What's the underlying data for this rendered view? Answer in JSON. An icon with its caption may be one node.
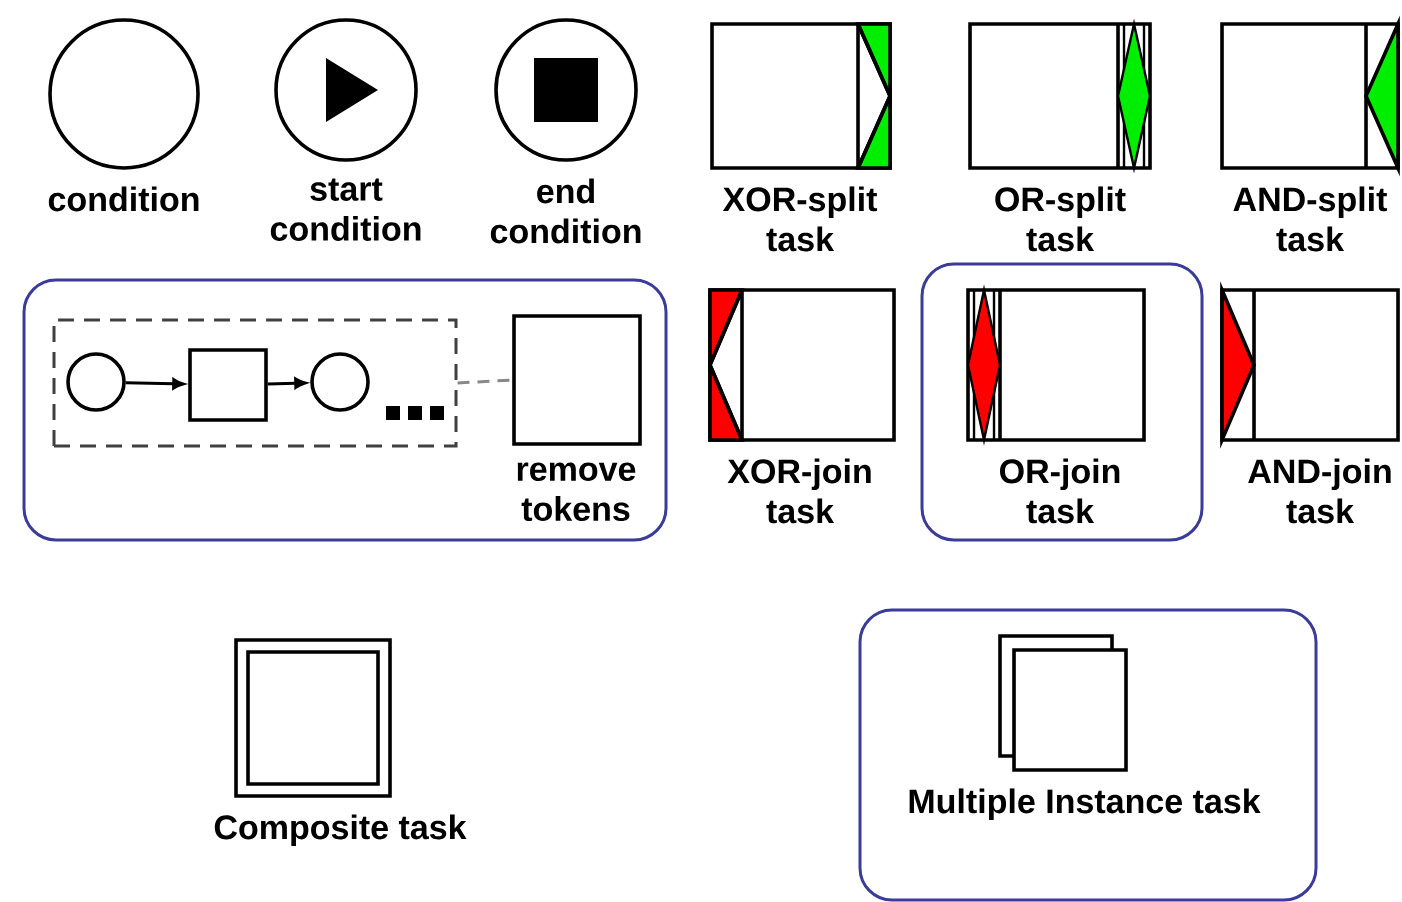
{
  "diagram": {
    "nodes": [
      {
        "text": [
          "condition"
        ]
      },
      {
        "text": [
          "start condition"
        ]
      },
      {
        "text": [
          "end condition"
        ]
      },
      {
        "text": [
          "XOR-split task"
        ]
      },
      {
        "text": [
          "OR-split task"
        ]
      },
      {
        "text": [
          "AND-split task"
        ]
      },
      {
        "text": [],
        "shape": "box"
      },
      {
        "text": [],
        "shape": "box",
        "in": 6
      },
      {
        "text": [],
        "shape": "circle",
        "in": 7
      },
      {
        "text": [],
        "shape": "box",
        "in": 7
      },
      {
        "text": [],
        "shape": "circle",
        "in": 7
      },
      {
        "text": [
          "remove tokens"
        ],
        "in": 6
      },
      {
        "text": [
          "XOR-join task"
        ]
      },
      {
        "text": [],
        "shape": "box"
      },
      {
        "text": [
          "OR-join task"
        ],
        "in": 13
      },
      {
        "text": [
          "AND-join task"
        ]
      },
      {
        "text": [
          "Composite task"
        ]
      },
      {
        "text": [],
        "shape": "box"
      },
      {
        "text": [
          "Multiple Instance task"
        ],
        "in": 17
      }
    ],
    "edges": [
      {
        "from": 8,
        "to": 9,
        "arrow": "to"
      },
      {
        "from": 9,
        "to": 10,
        "arrow": "to"
      },
      {
        "from": 7,
        "to": 11,
        "arrow": "none",
        "style": "dashed",
        "color": "#888888"
      }
    ]
  }
}
